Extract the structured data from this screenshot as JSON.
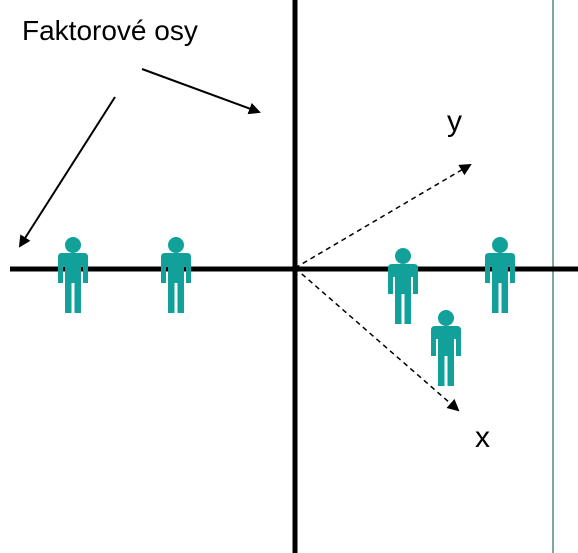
{
  "title": "Faktorové osy",
  "labels": {
    "y": "y",
    "x": "x"
  },
  "people_count": 5,
  "colors": {
    "person": "#12a19a",
    "axis": "#000000",
    "arrow": "#000000",
    "divider": "#7fa8a0",
    "background": "#ffffff"
  },
  "icons": [
    "person-icon",
    "arrow-head-icon"
  ]
}
